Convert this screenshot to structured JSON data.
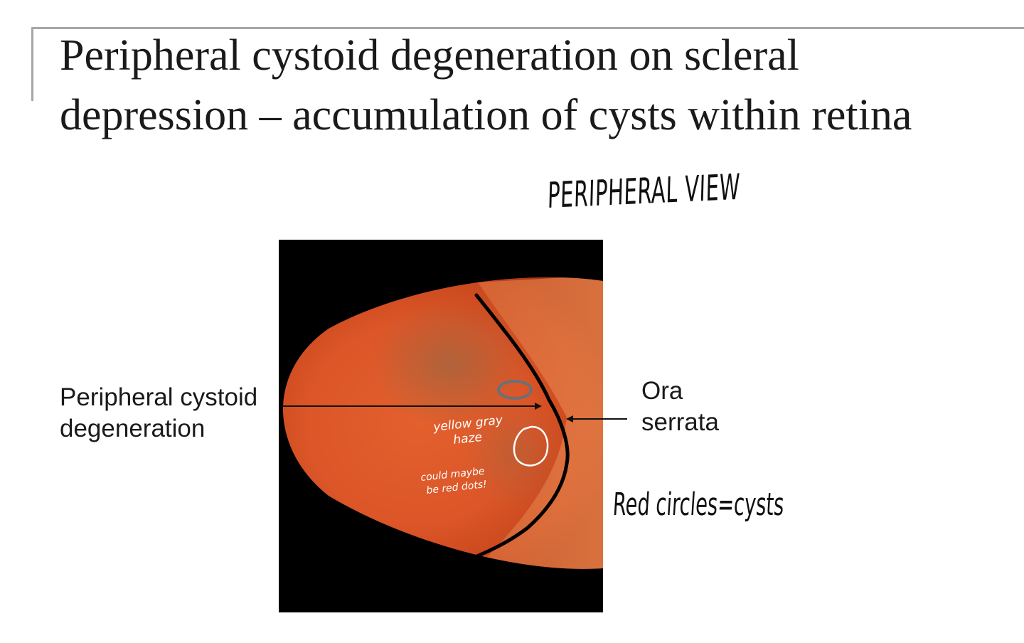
{
  "slide": {
    "title_line1": "Peripheral cystoid degeneration on scleral",
    "title_line2": "depression – accumulation of cysts within retina"
  },
  "handwritten": {
    "peripheral_view": "PERIPHERAL VIEW",
    "red_circles": "Red circles=cysts",
    "yellow_line1": "yellow gray",
    "yellow_line2": "haze",
    "could_line1": "could maybe",
    "could_line2": "be red dots!"
  },
  "labels": {
    "cystoid_line1": "Peripheral cystoid",
    "cystoid_line2": "degeneration",
    "ora_line1": "Ora",
    "ora_line2": "serrata"
  },
  "colors": {
    "fundus_orange": "#e0582a",
    "fundus_edge": "#b93d18",
    "annotation_ring": "#6b7078",
    "photo_background": "#000000"
  }
}
